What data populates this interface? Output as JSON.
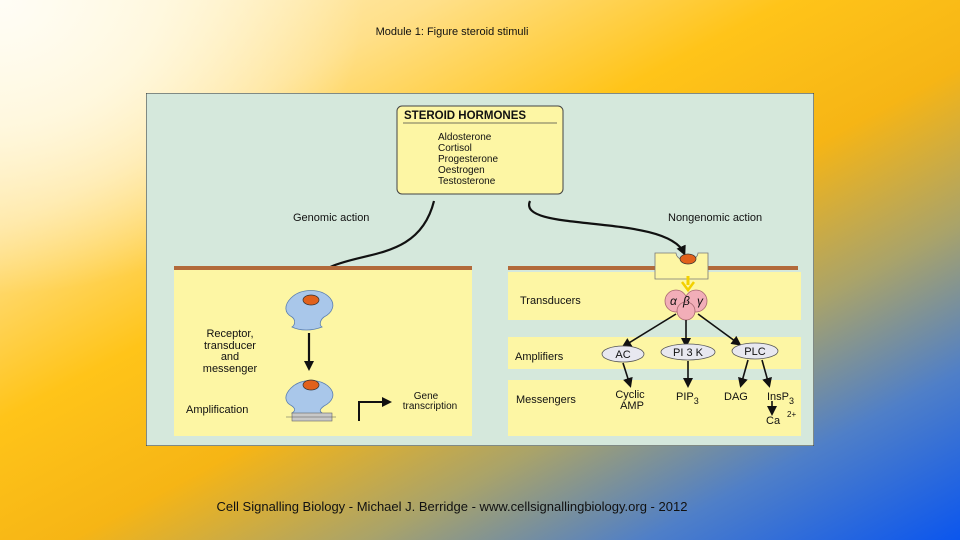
{
  "slide": {
    "title": "Module 1: Figure steroid stimuli",
    "footer": "Cell Signalling Biology - Michael J. Berridge - www.cellsignallingbiology.org - 2012"
  },
  "figure": {
    "hormones_header": "STEROID HORMONES",
    "hormones": [
      "Aldosterone",
      "Cortisol",
      "Progesterone",
      "Oestrogen",
      "Testosterone"
    ],
    "genomic_label": "Genomic action",
    "nongenomic_label": "Nongenomic action",
    "receptor_label": [
      "Receptor,",
      "transducer",
      "and",
      "messenger"
    ],
    "amplification_label": "Amplification",
    "gene_label": [
      "Gene",
      "transcription"
    ],
    "transducers_label": "Transducers",
    "amplifiers_label": "Amplifiers",
    "messengers_label": "Messengers",
    "g_alpha": "α",
    "g_beta": "β",
    "g_gamma": "γ",
    "amp_ac": "AC",
    "amp_pi3k": "PI 3 K",
    "amp_plc": "PLC",
    "msg_cyclic": "Cyclic",
    "msg_amp": "AMP",
    "msg_pip": "PIP",
    "msg_pip_sub": "3",
    "msg_dag": "DAG",
    "msg_insp": "InsP",
    "msg_insp_sub": "3",
    "msg_ca": "Ca",
    "msg_ca_sup": "2+",
    "colors": {
      "panel_bg": "#d5e8dc",
      "yellow": "#fdf6a4",
      "membrane": "#b2693a",
      "receptor": "#a9c7ea",
      "ligand": "#e1611c",
      "g_protein": "#f2aeb8",
      "amplifier": "#e8e8f0"
    }
  }
}
